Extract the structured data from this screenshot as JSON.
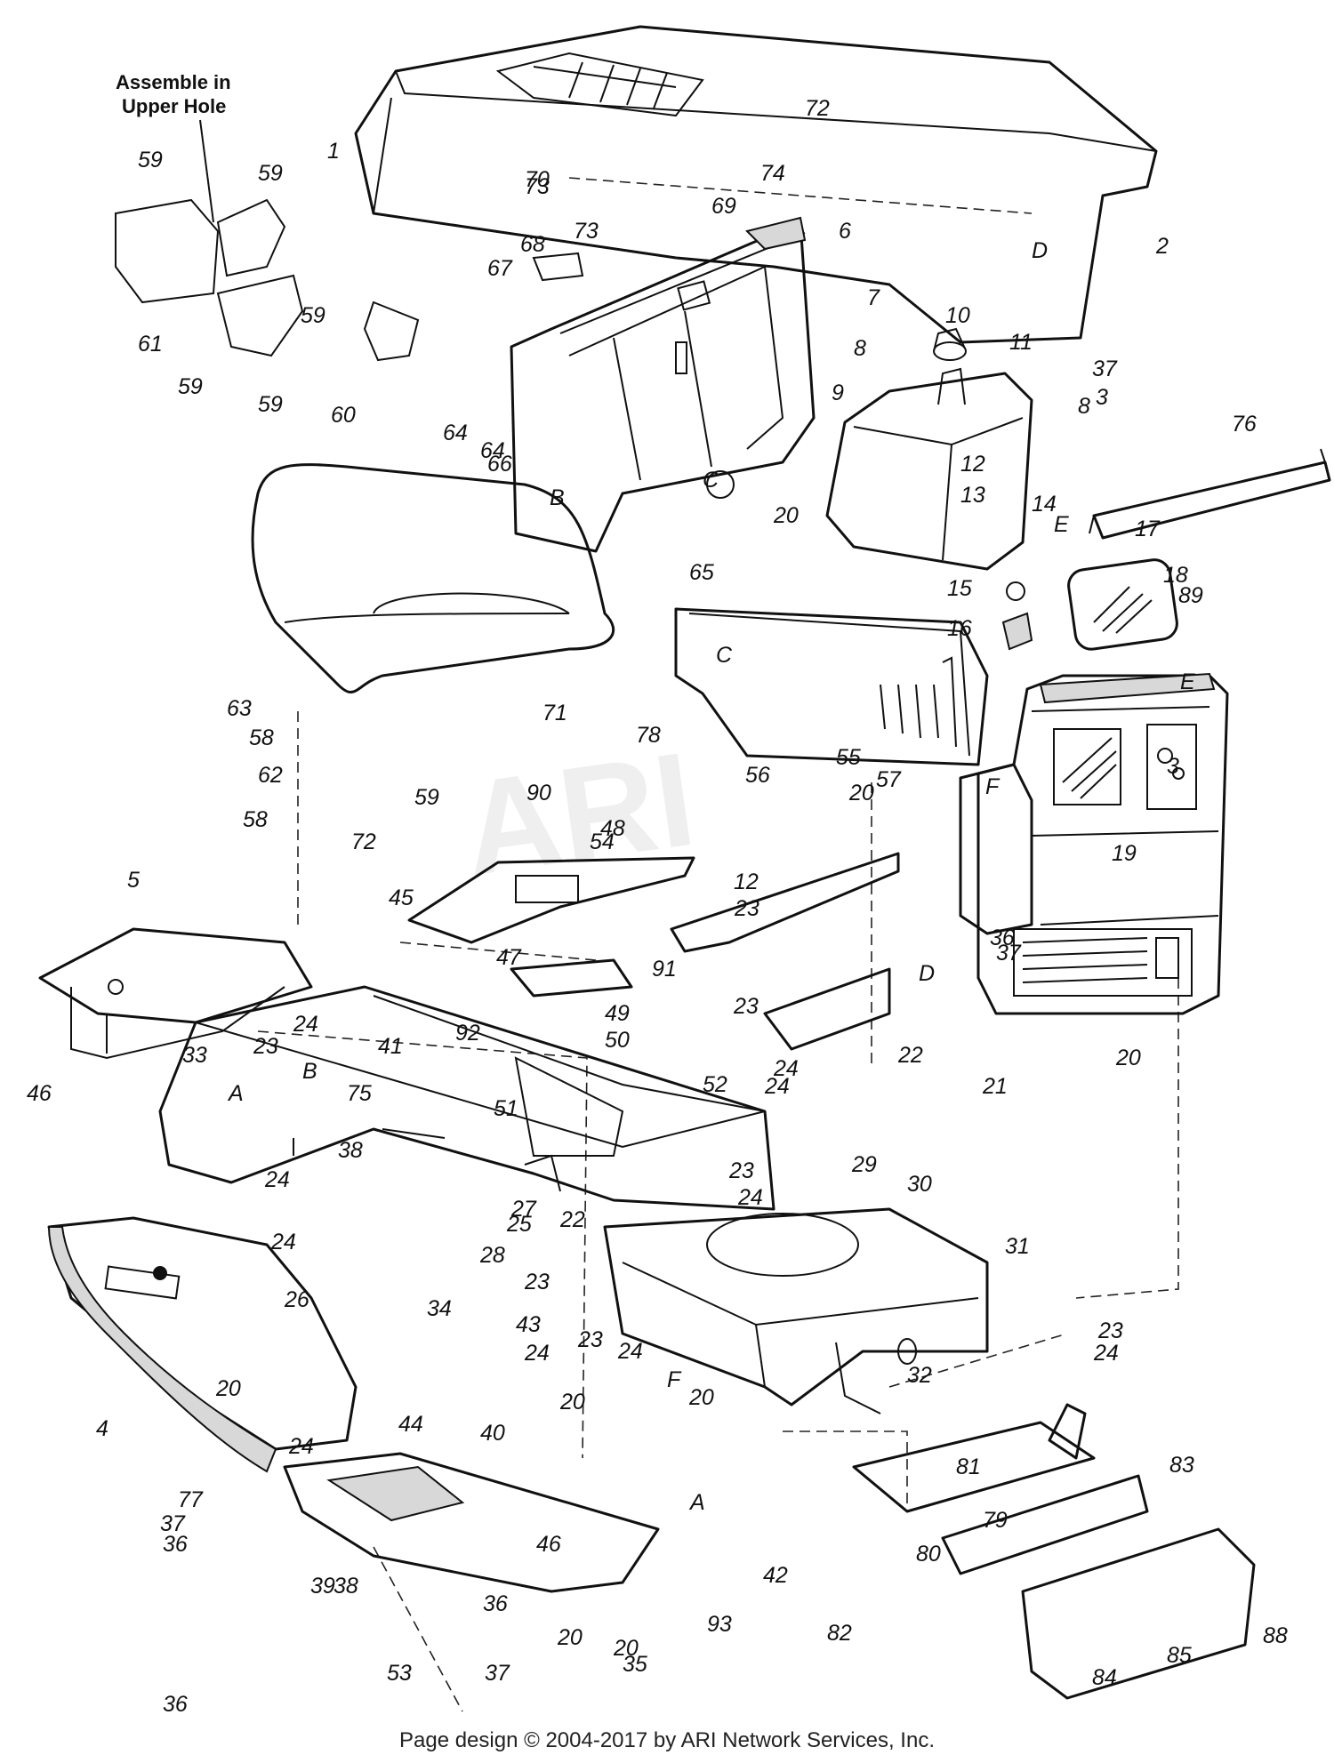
{
  "note": {
    "line1": "Assemble in",
    "line2": "Upper Hole"
  },
  "watermark": "ARI",
  "footer": "Page design © 2004-2017 by ARI Network Services, Inc.",
  "callouts": [
    "1",
    "2",
    "3",
    "3",
    "4",
    "5",
    "6",
    "7",
    "8",
    "8",
    "9",
    "10",
    "11",
    "12",
    "12",
    "13",
    "14",
    "15",
    "16",
    "17",
    "18",
    "19",
    "20",
    "20",
    "20",
    "20",
    "20",
    "20",
    "20",
    "20",
    "21",
    "22",
    "22",
    "23",
    "23",
    "23",
    "23",
    "23",
    "23",
    "23",
    "24",
    "24",
    "24",
    "24",
    "24",
    "24",
    "24",
    "24",
    "24",
    "24",
    "25",
    "26",
    "27",
    "28",
    "29",
    "30",
    "31",
    "32",
    "33",
    "34",
    "35",
    "36",
    "36",
    "36",
    "36",
    "37",
    "37",
    "37",
    "37",
    "38",
    "38",
    "39",
    "40",
    "41",
    "42",
    "43",
    "44",
    "45",
    "46",
    "46",
    "47",
    "48",
    "49",
    "50",
    "51",
    "52",
    "53",
    "54",
    "55",
    "56",
    "57",
    "58",
    "58",
    "59",
    "59",
    "59",
    "59",
    "59",
    "59",
    "60",
    "61",
    "62",
    "63",
    "64",
    "64",
    "65",
    "66",
    "67",
    "68",
    "69",
    "70",
    "71",
    "72",
    "72",
    "73",
    "73",
    "74",
    "75",
    "76",
    "77",
    "78",
    "79",
    "80",
    "81",
    "82",
    "83",
    "84",
    "85",
    "88",
    "89",
    "90",
    "91",
    "92",
    "93",
    "A",
    "A",
    "B",
    "B",
    "C",
    "C",
    "D",
    "D",
    "E",
    "E",
    "F",
    "F"
  ]
}
